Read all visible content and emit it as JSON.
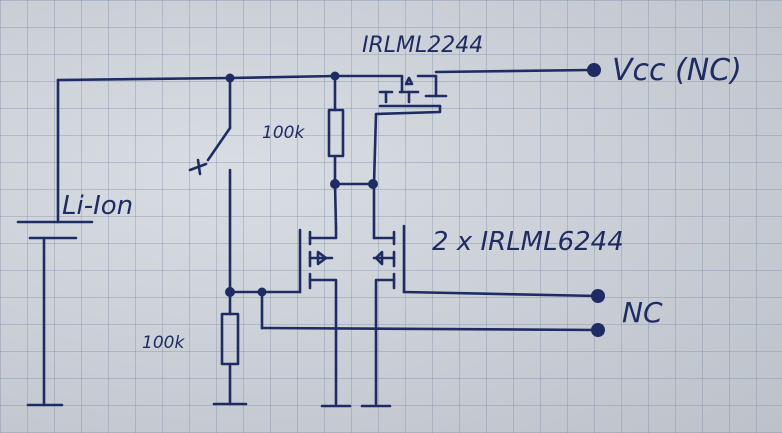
{
  "diagram": {
    "labels": {
      "pfet_part": "IRLML2244",
      "vcc_label": "Vcc (NC)",
      "top_resistor": "100k",
      "battery": "Li-Ion",
      "nfet_parts": "2 x IRLML6244",
      "bottom_resistor": "100k",
      "nc_label": "NC"
    },
    "colors": {
      "ink": "#1f2c63",
      "paper": "#ccd2db"
    }
  }
}
